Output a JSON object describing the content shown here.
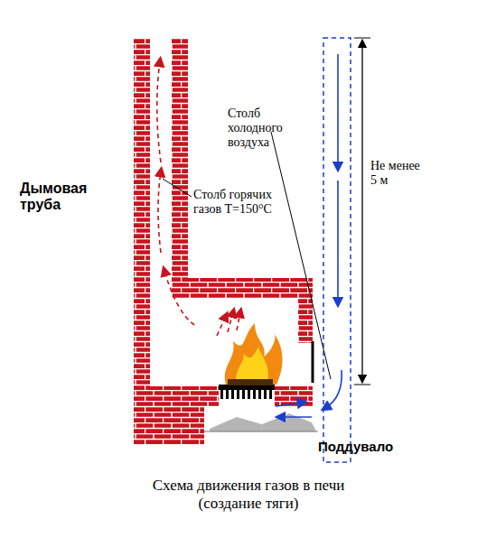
{
  "diagram": {
    "caption": "Схема движения газов в печи (создание тяги)",
    "labels": [
      "Дымовая труба",
      "Столб горячих газов Т=150°С",
      "Столб холодного воздуха",
      "Не менее 5 м",
      "Поддувало"
    ]
  }
}
